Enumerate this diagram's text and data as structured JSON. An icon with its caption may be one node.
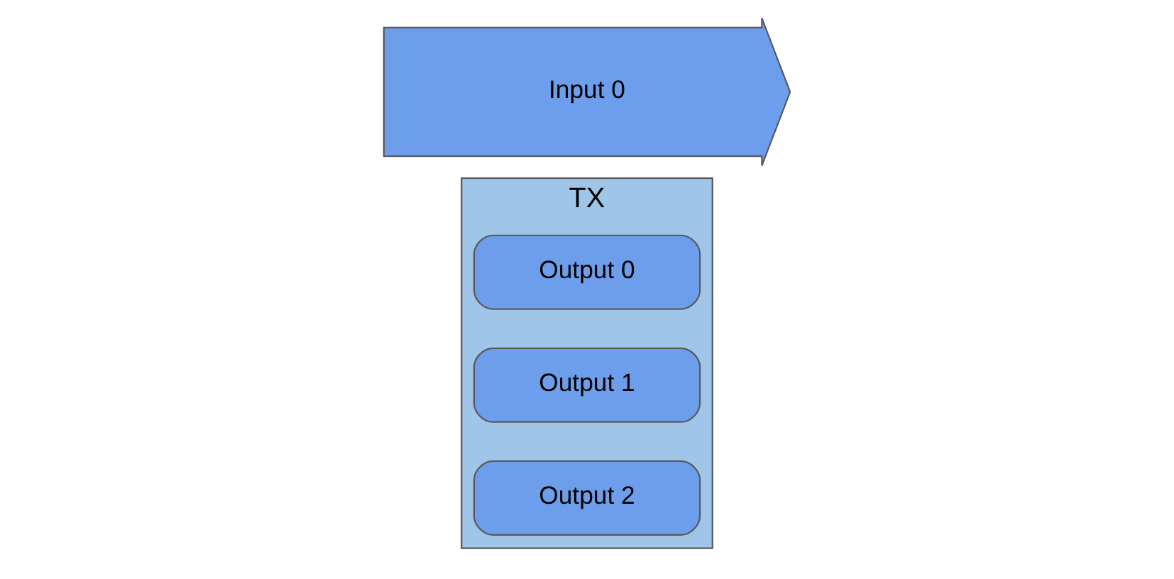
{
  "diagram": {
    "nodes": [
      {
        "text": [
          "TX"
        ]
      },
      {
        "text": [
          "Input 0"
        ]
      },
      {
        "text": [
          "Output 0"
        ],
        "in": 0
      },
      {
        "text": [
          "Output 1"
        ],
        "in": 0
      },
      {
        "text": [
          "Output 2"
        ],
        "in": 0
      }
    ]
  }
}
